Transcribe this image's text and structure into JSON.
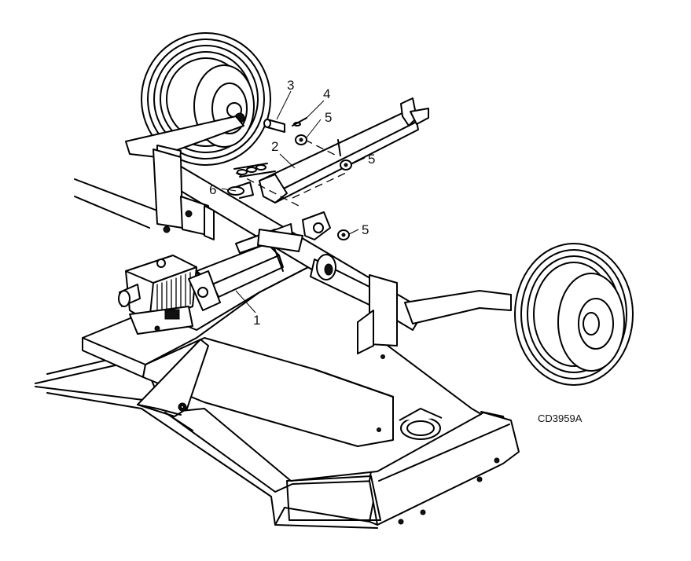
{
  "figure_id": "CD3959A",
  "callouts": {
    "c1": "1",
    "c2": "2",
    "c3": "3",
    "c4": "4",
    "c5a": "5",
    "c5b": "5",
    "c5c": "5",
    "c6": "6"
  }
}
